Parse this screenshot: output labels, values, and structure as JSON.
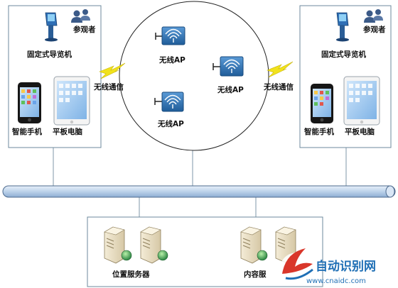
{
  "left_panel": {
    "visitor_label": "参观者",
    "kiosk_label": "固定式导览机",
    "phone_label": "智能手机",
    "tablet_label": "平板电脑"
  },
  "right_panel": {
    "visitor_label": "参观者",
    "kiosk_label": "固定式导览机",
    "phone_label": "智能手机",
    "tablet_label": "平板电脑"
  },
  "wireless_left_label": "无线通信",
  "wireless_right_label": "无线通信",
  "access_points": [
    {
      "label": "无线AP"
    },
    {
      "label": "无线AP"
    },
    {
      "label": "无线AP"
    }
  ],
  "servers": {
    "location_label": "位置服务器",
    "content_label": "内容服"
  },
  "watermark": {
    "text": "自动识别网",
    "url": "www.cnaidc.com"
  },
  "colors": {
    "line": "#7f97a8",
    "bus_fill": "#c7d9ee",
    "bolt": "#f1e21c",
    "ap_body": "#2f70b3",
    "watermark_red": "#d9362a",
    "watermark_blue": "#1f6fb5"
  }
}
